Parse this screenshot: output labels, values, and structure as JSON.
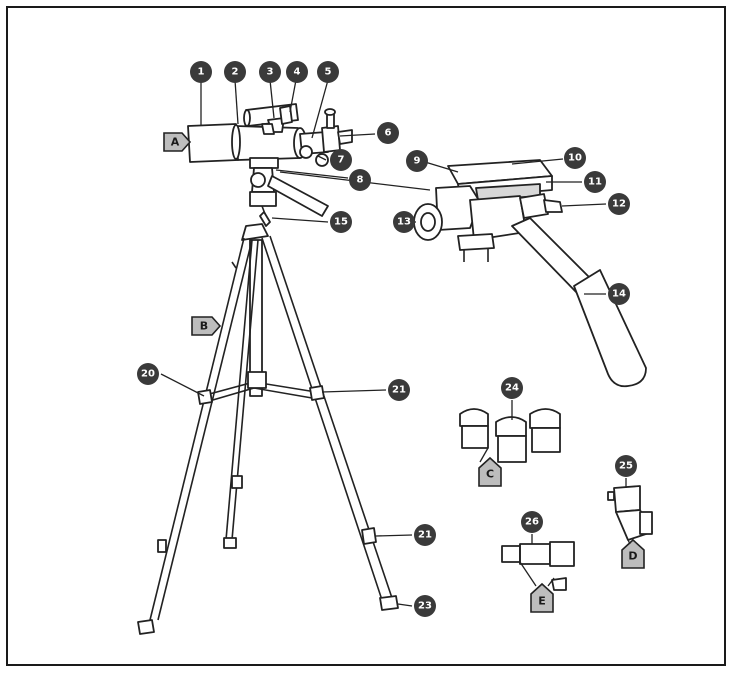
{
  "diagram": {
    "callouts": [
      {
        "id": "c1",
        "label": "1"
      },
      {
        "id": "c2",
        "label": "2"
      },
      {
        "id": "c3",
        "label": "3"
      },
      {
        "id": "c4",
        "label": "4"
      },
      {
        "id": "c5",
        "label": "5"
      },
      {
        "id": "c6",
        "label": "6"
      },
      {
        "id": "c7",
        "label": "7"
      },
      {
        "id": "c8",
        "label": "8"
      },
      {
        "id": "c9",
        "label": "9"
      },
      {
        "id": "c10",
        "label": "10"
      },
      {
        "id": "c11",
        "label": "11"
      },
      {
        "id": "c12",
        "label": "12"
      },
      {
        "id": "c13",
        "label": "13"
      },
      {
        "id": "c14",
        "label": "14"
      },
      {
        "id": "c15",
        "label": "15"
      },
      {
        "id": "c20",
        "label": "20"
      },
      {
        "id": "c21a",
        "label": "21"
      },
      {
        "id": "c21b",
        "label": "21"
      },
      {
        "id": "c23",
        "label": "23"
      },
      {
        "id": "c24",
        "label": "24"
      },
      {
        "id": "c25",
        "label": "25"
      },
      {
        "id": "c26",
        "label": "26"
      }
    ],
    "tags": [
      {
        "id": "A",
        "label": "A"
      },
      {
        "id": "B",
        "label": "B"
      },
      {
        "id": "C",
        "label": "C"
      },
      {
        "id": "D",
        "label": "D"
      },
      {
        "id": "E",
        "label": "E"
      }
    ]
  }
}
